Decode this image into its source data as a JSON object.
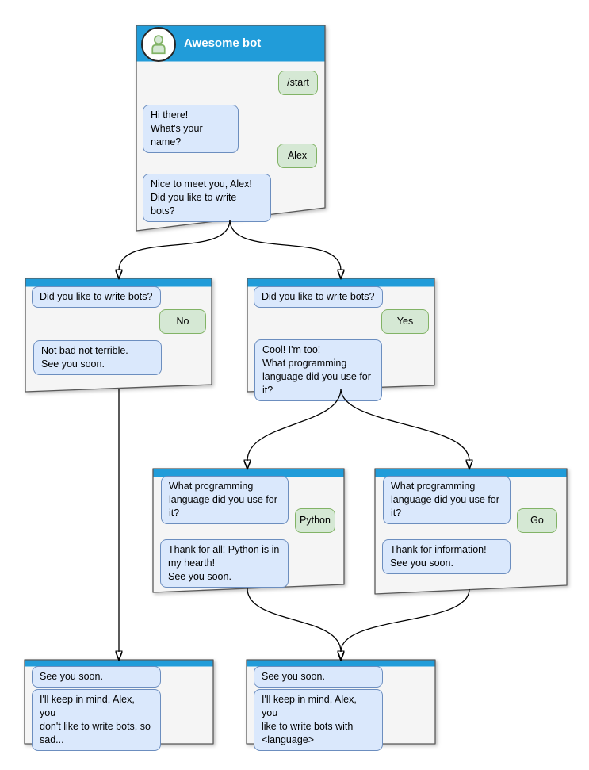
{
  "colors": {
    "header_blue": "#219CD9",
    "window_fill": "#F5F5F5",
    "window_border": "#595959",
    "bot_bubble_fill": "#DAE8FC",
    "bot_bubble_border": "#6C8EBF",
    "user_bubble_fill": "#D5E8D4",
    "user_bubble_border": "#82B366",
    "edge_color": "#000000",
    "title_text": "#FFFFFF",
    "avatar_icon_green": "#82B366"
  },
  "windows": [
    {
      "id": "main",
      "title": "Awesome bot",
      "messages": [
        {
          "from": "user",
          "text": "/start"
        },
        {
          "from": "bot",
          "text": "Hi there!\nWhat's your name?"
        },
        {
          "from": "user",
          "text": "Alex"
        },
        {
          "from": "bot",
          "text": "Nice to meet you, Alex!\nDid you like to write bots?"
        }
      ]
    },
    {
      "id": "branch-no",
      "messages": [
        {
          "from": "bot",
          "text": "Did you like to write bots?"
        },
        {
          "from": "user",
          "text": "No"
        },
        {
          "from": "bot",
          "text": "Not bad not terrible.\nSee you soon."
        }
      ]
    },
    {
      "id": "branch-yes",
      "messages": [
        {
          "from": "bot",
          "text": "Did you like to write bots?"
        },
        {
          "from": "user",
          "text": "Yes"
        },
        {
          "from": "bot",
          "text": "Cool! I'm too!\nWhat programming\nlanguage did you use for it?"
        }
      ]
    },
    {
      "id": "lang-python",
      "messages": [
        {
          "from": "bot",
          "text": "What programming\nlanguage did you use for it?"
        },
        {
          "from": "user",
          "text": "Python"
        },
        {
          "from": "bot",
          "text": "Thank for all! Python is in\nmy hearth!\nSee you soon."
        }
      ]
    },
    {
      "id": "lang-go",
      "messages": [
        {
          "from": "bot",
          "text": "What programming\nlanguage did you use for it?"
        },
        {
          "from": "user",
          "text": "Go"
        },
        {
          "from": "bot",
          "text": "Thank for information!\nSee you soon."
        }
      ]
    },
    {
      "id": "end-no",
      "messages": [
        {
          "from": "bot",
          "text": "See you soon."
        },
        {
          "from": "bot",
          "text": "I'll keep in mind, Alex, you\ndon't like to write bots, so\nsad..."
        }
      ]
    },
    {
      "id": "end-yes",
      "messages": [
        {
          "from": "bot",
          "text": "See you soon."
        },
        {
          "from": "bot",
          "text": "I'll keep in mind, Alex, you\nlike to write bots with\n<language>"
        }
      ]
    }
  ],
  "edges": [
    {
      "from": "main",
      "to": "branch-no"
    },
    {
      "from": "main",
      "to": "branch-yes"
    },
    {
      "from": "branch-no",
      "to": "end-no"
    },
    {
      "from": "branch-yes",
      "to": "lang-python"
    },
    {
      "from": "branch-yes",
      "to": "lang-go"
    },
    {
      "from": "lang-python",
      "to": "end-yes"
    },
    {
      "from": "lang-go",
      "to": "end-yes"
    }
  ]
}
